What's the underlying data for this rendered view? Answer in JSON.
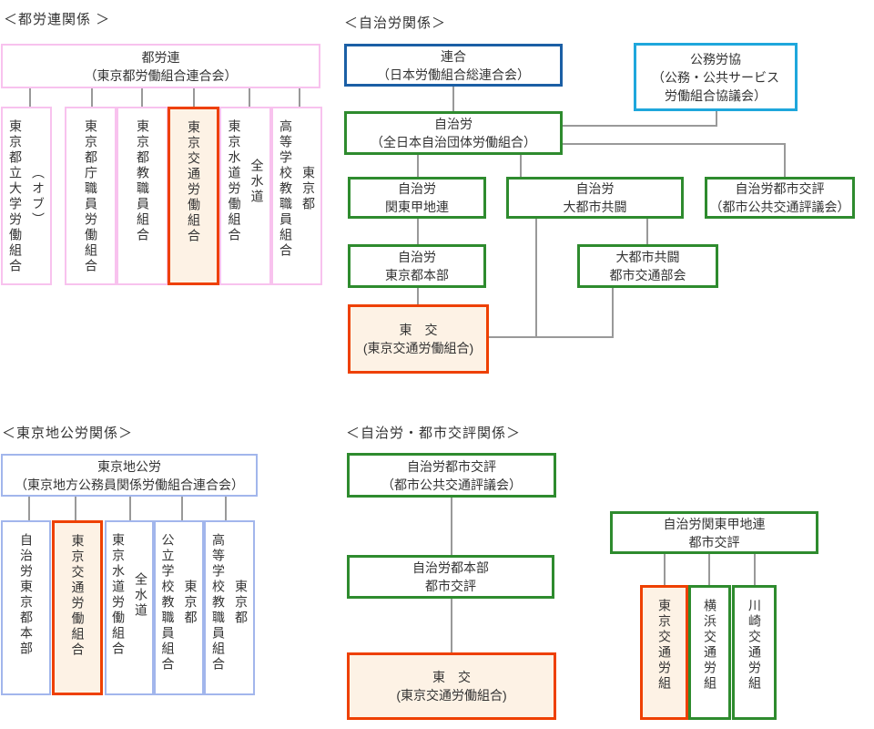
{
  "colors": {
    "pink_border": "#f8c2ee",
    "periwinkle_border": "#a2b6ec",
    "green_border": "#2e8b2e",
    "dark_blue_border": "#1b5fa5",
    "cyan_border": "#1fa7dc",
    "highlight_border": "#ee4000",
    "highlight_fill": "#fdf2e5",
    "connector_line": "#999999",
    "text": "#333333"
  },
  "headers": [
    "＜都労連関係 ＞",
    "＜自治労関係＞",
    "＜東京地公労関係＞",
    "＜自治労・都市交評関係＞"
  ],
  "boxes": [
    {
      "label": "都労連\n（東京都労働組合連合会）"
    },
    {
      "label": "（オブ）\n東京都立大学労働組合"
    },
    {
      "label": "東京都庁職員労働組合"
    },
    {
      "label": "東京都教職員組合"
    },
    {
      "label": "東京交通労働組合"
    },
    {
      "label": "全水道\n東京水道労働組合"
    },
    {
      "label": "東京都\n高等学校教職員組合"
    },
    {
      "label": "連合\n（日本労働組合総連合会）"
    },
    {
      "label": "公務労協\n（公務・公共サービス\n労働組合協議会）"
    },
    {
      "label": "自治労\n（全日本自治団体労働組合）"
    },
    {
      "label": "自治労\n関東甲地連"
    },
    {
      "label": "自治労\n大都市共闘"
    },
    {
      "label": "自治労都市交評\n（都市公共交通評議会）"
    },
    {
      "label": "自治労\n東京都本部"
    },
    {
      "label": "大都市共闘\n都市交通部会"
    },
    {
      "label": "東　交\n(東京交通労働組合)"
    },
    {
      "label": "東京地公労\n（東京地方公務員関係労働組合連合会）"
    },
    {
      "label": "自治労東京都本部"
    },
    {
      "label": "東京交通労働組合"
    },
    {
      "label": "全水道\n東京水道労働組合"
    },
    {
      "label": "東京都\n公立学校教職員組合"
    },
    {
      "label": "東京都\n高等学校教職員組合"
    },
    {
      "label": "自治労都市交評\n（都市公共交通評議会）"
    },
    {
      "label": "自治労都本部\n都市交評"
    },
    {
      "label": "東　交\n(東京交通労働組合)"
    },
    {
      "label": "自治労関東甲地連\n都市交評"
    },
    {
      "label": "東京交通労組"
    },
    {
      "label": "横浜交通労組"
    },
    {
      "label": "川崎交通労組"
    }
  ]
}
